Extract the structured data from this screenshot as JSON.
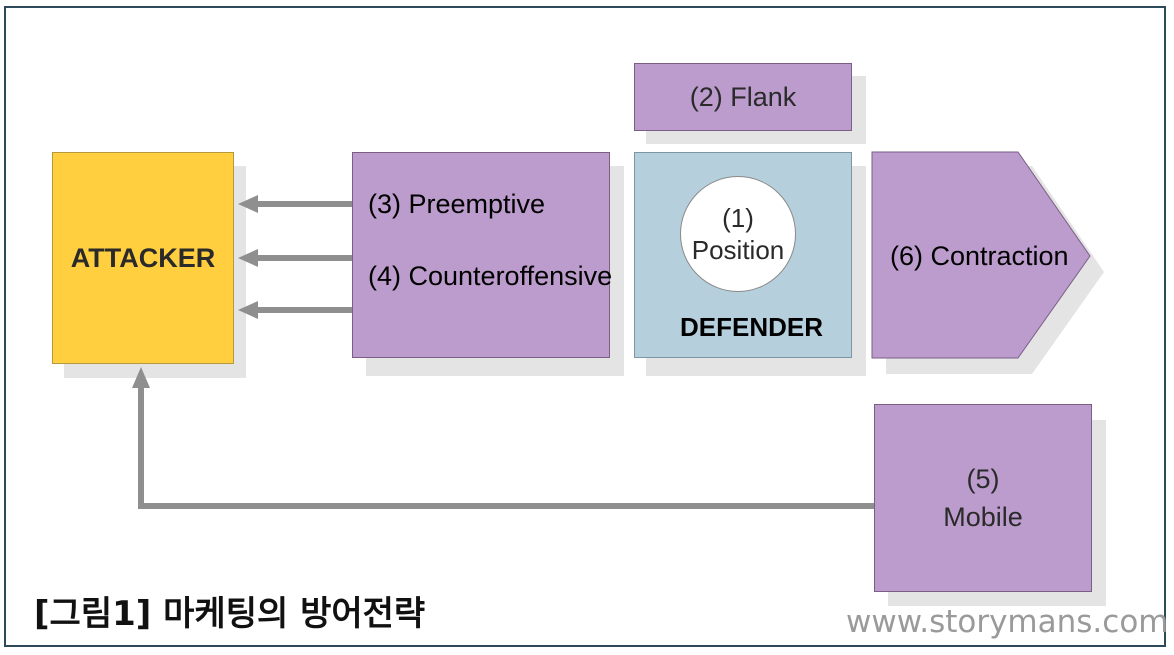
{
  "diagram": {
    "attacker": {
      "label": "ATTACKER"
    },
    "defender": {
      "label": "DEFENDER",
      "position_num": "(1)",
      "position_label": "Position"
    },
    "flank": {
      "label": "(2) Flank"
    },
    "preemptive": {
      "label": "(3) Preemptive"
    },
    "counteroffensive": {
      "label": "(4) Counteroffensive"
    },
    "mobile": {
      "num": "(5)",
      "label": "Mobile"
    },
    "contraction": {
      "label": "(6) Contraction"
    }
  },
  "caption": "[그림1] 마케팅의 방어전략",
  "watermark": "www.storymans.com",
  "colors": {
    "attacker_fill": "#ffcf3f",
    "strategy_fill": "#bb9ccc",
    "defender_fill": "#b6cfdc",
    "arrow": "#8f8f8f",
    "frame": "#2c4a5a"
  }
}
